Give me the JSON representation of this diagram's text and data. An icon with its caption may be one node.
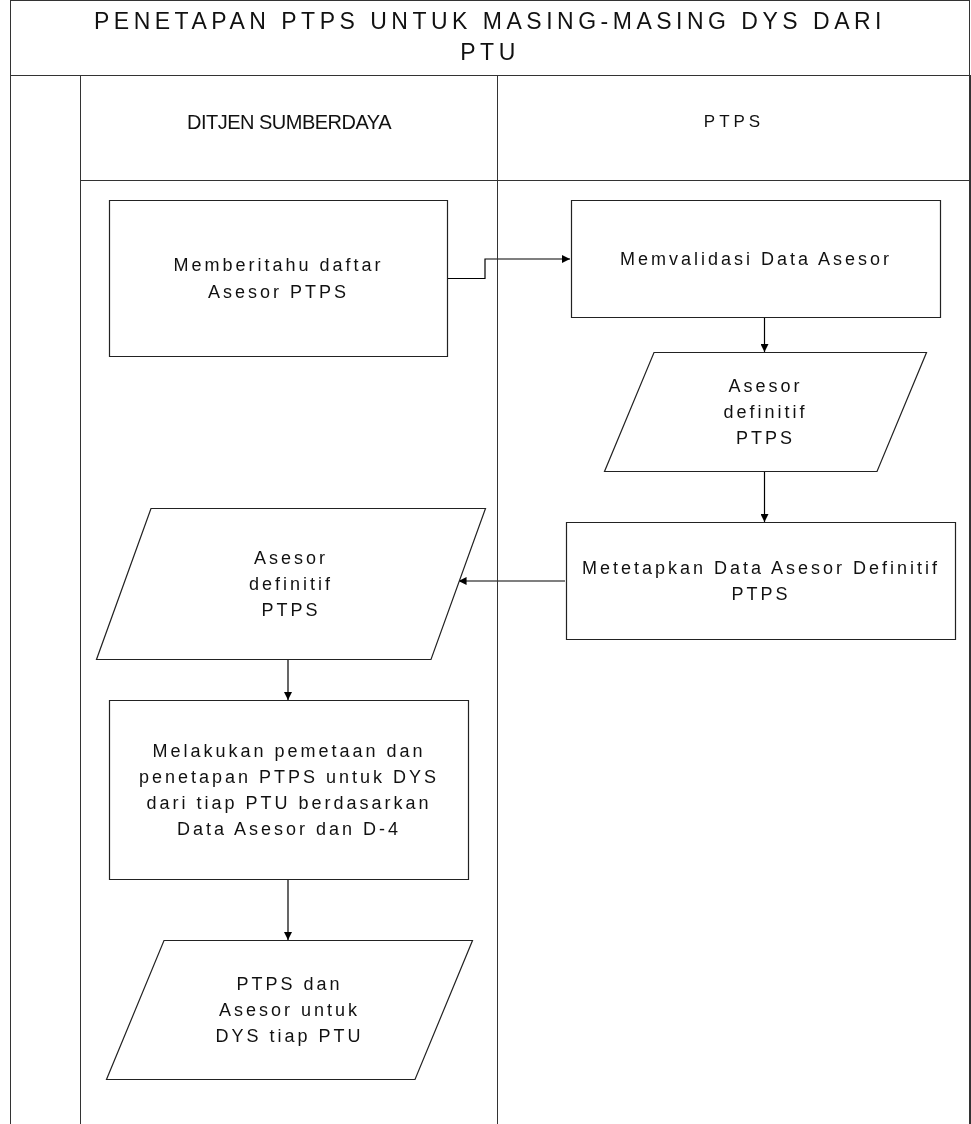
{
  "diagram": {
    "title": "PENETAPAN PTPS UNTUK MASING-MASING DYS DARI PTU",
    "nodes": [
      {
        "text": [
          "DITJEN SUMBERDAYA"
        ]
      },
      {
        "text": [
          "PTPS"
        ]
      },
      {
        "text": [
          "Memberitahu daftar Asesor PTPS"
        ],
        "in": 0
      },
      {
        "text": [
          "Memvalidasi Data Asesor"
        ],
        "in": 1
      },
      {
        "text": [
          "Asesor definitif PTPS"
        ],
        "in": 1
      },
      {
        "text": [
          "Metetapkan Data Asesor Definitif PTPS"
        ],
        "in": 1
      },
      {
        "text": [
          "Asesor definitif PTPS"
        ],
        "in": 0
      },
      {
        "text": [
          "Melakukan pemetaan dan penetapan PTPS untuk DYS dari tiap PTU berdasarkan Data Asesor dan D-4"
        ],
        "in": 0
      },
      {
        "text": [
          "PTPS dan Asesor untuk DYS tiap PTU"
        ],
        "in": 0
      }
    ],
    "edges": [
      {
        "from": 2,
        "to": 3,
        "arrow": "to"
      },
      {
        "from": 3,
        "to": 4,
        "arrow": "to"
      },
      {
        "from": 4,
        "to": 5,
        "arrow": "to"
      },
      {
        "from": 5,
        "to": 6,
        "arrow": "to"
      },
      {
        "from": 6,
        "to": 7,
        "arrow": "to"
      },
      {
        "from": 7,
        "to": 8,
        "arrow": "to"
      }
    ]
  }
}
